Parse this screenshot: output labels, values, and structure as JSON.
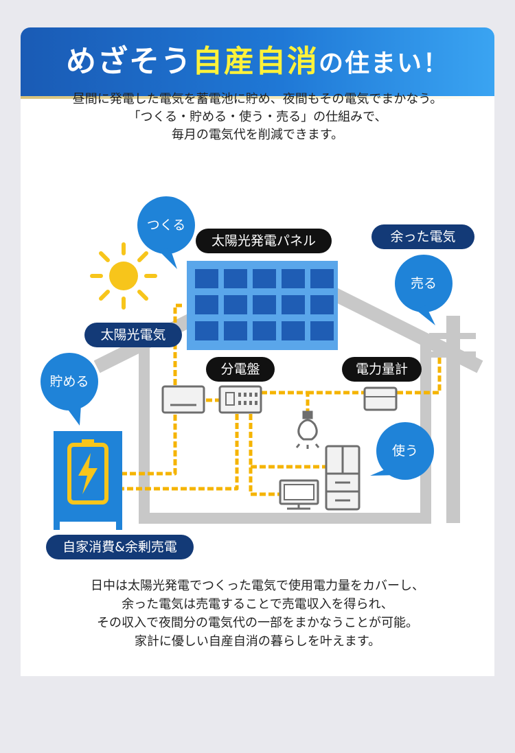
{
  "header": {
    "title_part1": "めざそう",
    "title_highlight": "自産自消",
    "title_part2": "の住まい！"
  },
  "intro": {
    "line1": "昼間に発電した電気を蓄電池に貯め、夜間もその電気でまかなう。",
    "line2": "「つくる・貯める・使う・売る」の仕組みで、",
    "line3": "毎月の電気代を削減できます。"
  },
  "diagram": {
    "bubbles": {
      "make": "つくる",
      "store": "貯める",
      "use": "使う",
      "sell": "売る"
    },
    "labels": {
      "solar_panel": "太陽光発電パネル",
      "solar_power": "太陽光電気",
      "distribution_board": "分電盤",
      "power_meter": "電力量計",
      "surplus_power": "余った電気",
      "self_consumption": "自家消費&余剰売電"
    },
    "colors": {
      "sky_blue": "#1f83d8",
      "navy": "#133a77",
      "wire": "#f5b400",
      "house": "#c8c8c8",
      "panel": "#2c6fc7",
      "sun": "#f7c51b"
    },
    "icons": [
      "sun-icon",
      "solar-panel-icon",
      "battery-icon",
      "lightning-icon",
      "power-conditioner-icon",
      "distribution-board-icon",
      "power-meter-icon",
      "light-bulb-icon",
      "refrigerator-icon",
      "tv-icon",
      "utility-pole-icon"
    ]
  },
  "outro": {
    "line1": "日中は太陽光発電でつくった電気で使用電力量をカバーし、",
    "line2": "余った電気は売電することで売電収入を得られ、",
    "line3": "その収入で夜間分の電気代の一部をまかなうことが可能。",
    "line4": "家計に優しい自産自消の暮らしを叶えます。"
  }
}
